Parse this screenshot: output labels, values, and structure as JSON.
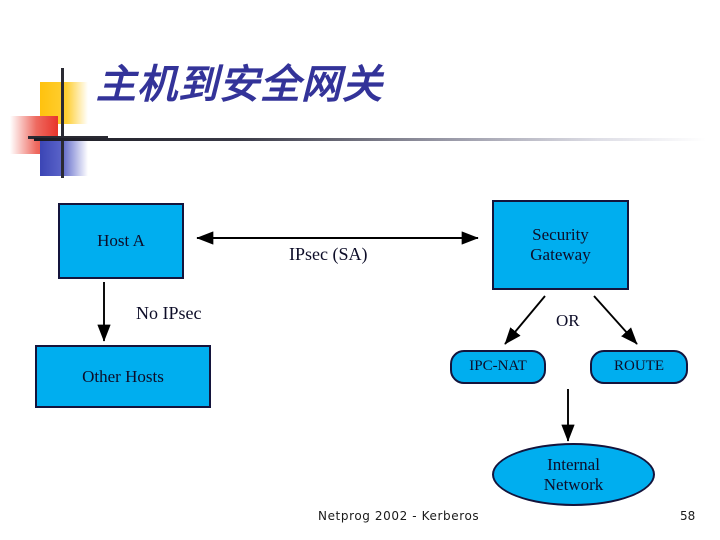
{
  "slide": {
    "title": "主机到安全网关",
    "title_color": "#333399",
    "background": "#ffffff"
  },
  "decoration": {
    "name": "title-accent-graphic",
    "yellow": "#FFC20E",
    "red": "#E8342B",
    "blue": "#3B45B5",
    "rule_color": "#2a2a33"
  },
  "theme": {
    "node_fill": "#00AEEF",
    "node_border": "#14143c",
    "text_color": "#0d0d28"
  },
  "diagram": {
    "type": "network-flow",
    "nodes": [
      {
        "id": "host-a",
        "label": "Host A",
        "shape": "rect"
      },
      {
        "id": "gateway",
        "label": "Security\nGateway",
        "shape": "rect",
        "line1": "Security",
        "line2": "Gateway"
      },
      {
        "id": "other",
        "label": "Other Hosts",
        "shape": "rect"
      },
      {
        "id": "ipc-nat",
        "label": "IPC-NAT",
        "shape": "rounded-rect"
      },
      {
        "id": "route",
        "label": "ROUTE",
        "shape": "rounded-rect"
      },
      {
        "id": "internal",
        "label": "Internal\nNetwork",
        "shape": "ellipse",
        "line1": "Internal",
        "line2": "Network"
      }
    ],
    "edges": [
      {
        "from": "host-a",
        "to": "gateway",
        "label": "IPsec (SA)",
        "arrow": "double"
      },
      {
        "from": "host-a",
        "to": "other",
        "label": "No IPsec",
        "arrow": "single"
      },
      {
        "from": "gateway",
        "to": "ipc-nat",
        "label": "",
        "arrow": "single"
      },
      {
        "from": "gateway",
        "to": "route",
        "label": "",
        "arrow": "single"
      },
      {
        "from": "ipc-nat",
        "to": "internal",
        "label": "",
        "arrow": "single"
      }
    ],
    "choice_label": "OR"
  },
  "footer": {
    "center": "Netprog 2002  -  Kerberos",
    "page_number": "58"
  }
}
